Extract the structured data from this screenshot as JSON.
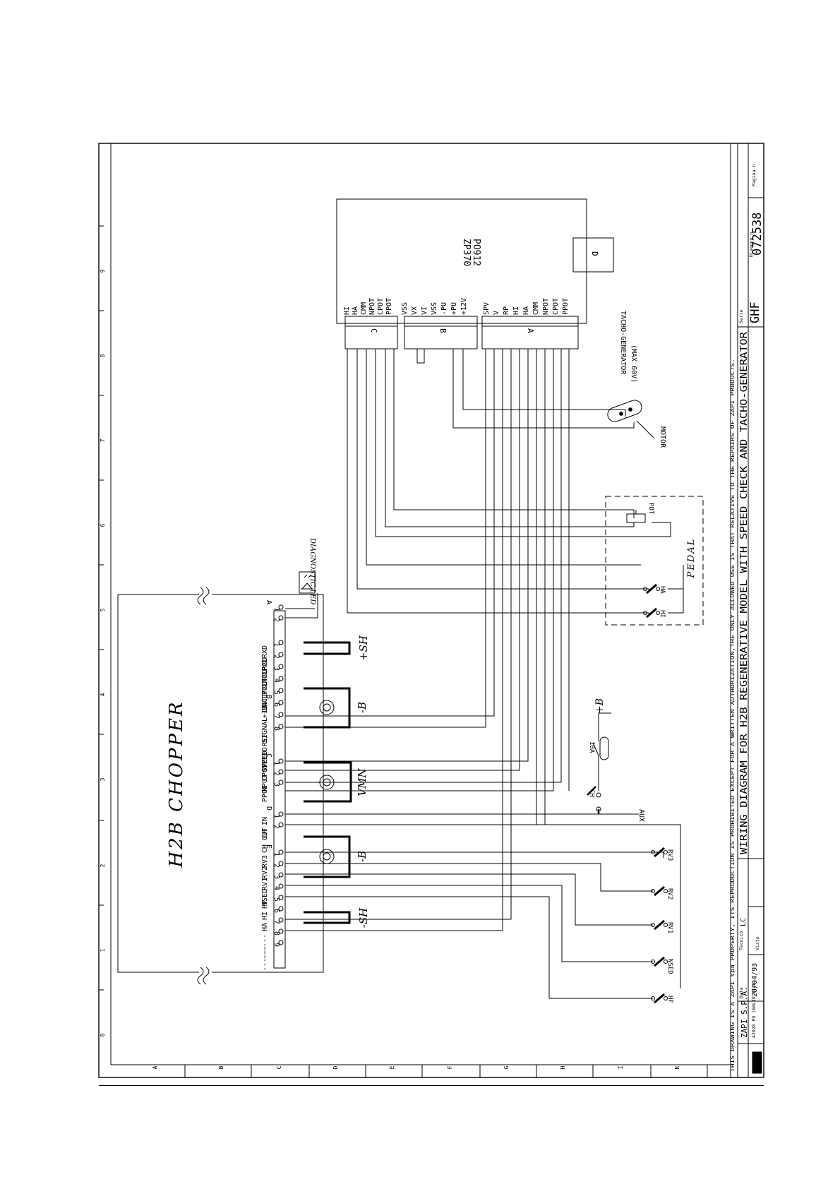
{
  "main_title": "H2B CHOPPER",
  "title_block": {
    "drawing_title": "WIRING DIAGRAM FOR H2B REGENERATIVE MODEL WITH SPEED CHECK AND TACHO-GENERATOR",
    "notice": "THIS DRAWING IS A ZAPI spa PROPERTY, ITS REPRODUCTION IS PROHIBITED EXCEPT FOR A WRITTEN AUTHORIZATION,THE ONLY ALLOWED USE IS THAT RELATIVE TO THE REPAIRS OF ZAPI PRODUCTS.",
    "company": "ZAPI S.P.A.",
    "address": "42028 PO (60LIO-ITAL)",
    "date_label": "Data",
    "date": "20/04/93",
    "designer_label": "Tecnico",
    "designer": "LC",
    "visto_label": "Visto",
    "serie_label": "Serie",
    "serie": "GHF",
    "drawing_no_label": "Disegno n.",
    "drawing_no": "072538",
    "page_label": "Pagina n."
  },
  "grid": {
    "columns": [
      "0",
      "1",
      "2",
      "3",
      "4",
      "5",
      "6",
      "7",
      "8",
      "9"
    ],
    "rows": [
      "A",
      "B",
      "C",
      "D",
      "E",
      "F",
      "G",
      "H",
      "I",
      "K"
    ]
  },
  "controller": {
    "name": "ZP370",
    "code": "PO912",
    "connectors": [
      "C",
      "B",
      "A",
      "D"
    ],
    "pins_C": [
      "HI",
      "HA",
      "CMM",
      "NPOT",
      "CPOT",
      "PPOT"
    ],
    "pins_B": [
      "VSS",
      "VX",
      "VI",
      "VSS",
      "-PU",
      "+PU",
      "+12V"
    ],
    "pins_A": [
      "SPV",
      "V",
      "RP",
      "HI",
      "HA",
      "CMM",
      "NPOT",
      "CPOT",
      "PPOT"
    ]
  },
  "chopper": {
    "conn_A_label": "A",
    "conn_A_pins": [
      "1",
      "2"
    ],
    "conn_B_label": "B",
    "conn_B_pins": [
      {
        "n": "1",
        "label": "PCLRXD"
      },
      {
        "n": "2",
        "label": "NCLRXD"
      },
      {
        "n": "3",
        "label": "PCLTXD"
      },
      {
        "n": "4",
        "label": "NCLTXD"
      },
      {
        "n": "5",
        "label": "-BATT"
      },
      {
        "n": "6",
        "label": "+12"
      },
      {
        "n": "7",
        "label": "SPEED SIGNAL"
      },
      {
        "n": "8",
        "label": "SPEED REF."
      }
    ],
    "conn_C_label": "C",
    "conn_C_pins": [
      {
        "n": "1",
        "label": "CPOT"
      },
      {
        "n": "2",
        "label": "NPOT"
      },
      {
        "n": "3",
        "label": "PPOT"
      }
    ],
    "conn_D_label": "D",
    "conn_D_pins": [
      {
        "n": "1",
        "label": "CH IN"
      },
      {
        "n": "2",
        "label": "CH OUT"
      }
    ],
    "conn_E_label": "E",
    "conn_E_pins": [
      {
        "n": "1",
        "label": "RV3"
      },
      {
        "n": "2",
        "label": "RV2"
      },
      {
        "n": "3",
        "label": "RV1"
      },
      {
        "n": "4",
        "label": "NSED"
      },
      {
        "n": "5",
        "label": "HF"
      },
      {
        "n": "6",
        "label": "HI"
      },
      {
        "n": "7",
        "label": "HA"
      },
      {
        "n": "8",
        "label": "------"
      },
      {
        "n": "9",
        "label": "------"
      }
    ]
  },
  "terminals": {
    "plus_sh": "+SH",
    "minus_b": "-B",
    "vmn": "VMN",
    "minus_b2": "-B",
    "minus_sh": "-SH",
    "plus_b": "+B"
  },
  "labels": {
    "diagnostic_led": "DIAGNOSTIC LED",
    "pedal": "PEDAL",
    "pot": "POT",
    "tacho": "TACHO-GENERATOR",
    "tacho_max": "(MAX 60V)",
    "motor": "MOTOR",
    "aux": "AUX",
    "ch": "CH",
    "fuse": "10A"
  },
  "switches": {
    "pedal": [
      "HI",
      "HA"
    ],
    "bottom": [
      "HF",
      "NSED",
      "RV1",
      "RV2",
      "RV3"
    ]
  }
}
